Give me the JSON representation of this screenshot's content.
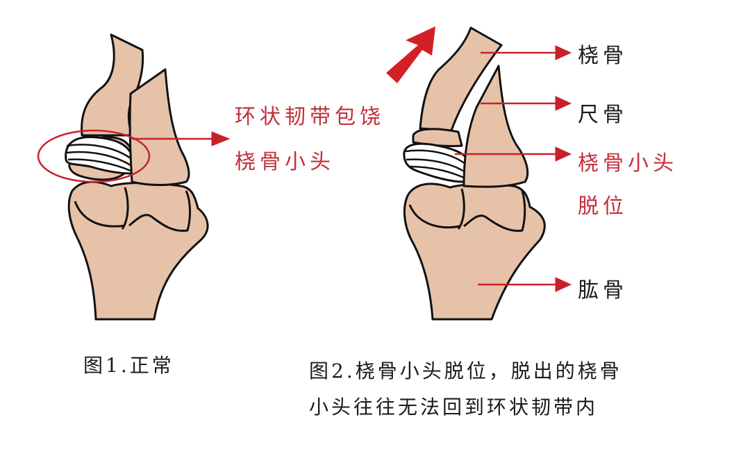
{
  "colors": {
    "bone_fill": "#e6c2a8",
    "outline": "#111111",
    "annotation_red": "#c8202a",
    "label_red": "#c0303a",
    "label_black": "#1a1a1a",
    "background": "#ffffff"
  },
  "figure1": {
    "caption": "图1.正常",
    "callout_label_line1": "环状韧带包饶",
    "callout_label_line2": "桡骨小头",
    "highlight": "red-ellipse-around-radial-head"
  },
  "figure2": {
    "caption_line1": "图2.桡骨小头脱位，脱出的桡骨",
    "caption_line2": "小头往往无法回到环状韧带内",
    "labels": {
      "radius": "桡骨",
      "ulna": "尺骨",
      "radial_head_line1": "桡骨小头",
      "radial_head_line2": "脱位",
      "humerus": "肱骨"
    },
    "motion_arrow": "red-arrow-up-right"
  }
}
